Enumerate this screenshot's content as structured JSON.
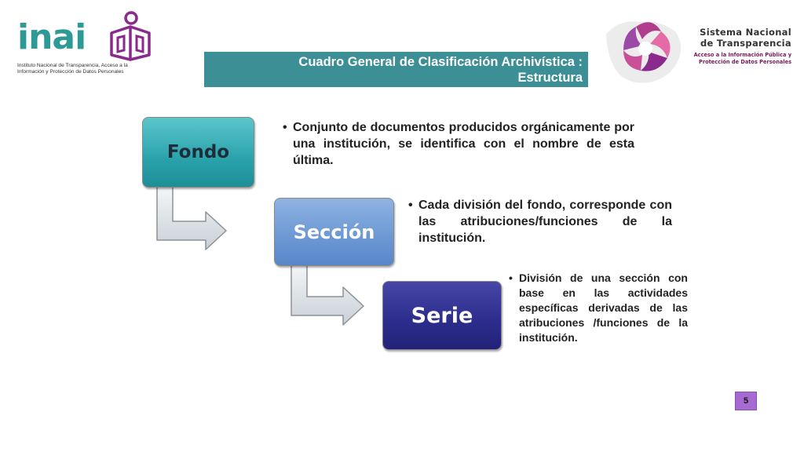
{
  "header": {
    "inai_logo": {
      "word": "inai",
      "subtitle": "Instituto Nacional de Transparencia, Acceso a la Información y Protección de Datos Personales",
      "icon": "inai-person-box-icon",
      "color": "#2e9a96",
      "accent": "#8a2a8c"
    },
    "snt_logo": {
      "line1": "Sistema Nacional",
      "line2": "de Transparencia",
      "subtitle": "Acceso a la Información Pública y Protección de Datos Personales",
      "icon": "snt-swirl-map-icon"
    }
  },
  "banner": {
    "title_line1": "Cuadro General de Clasificación Archivística :",
    "title_line2": "Estructura",
    "color": "#3c8f95"
  },
  "levels": [
    {
      "label": "Fondo",
      "color": "#2aa2ab",
      "description": "Conjunto de documentos producidos orgánicamente por una institución, se identifica con el nombre de esta última."
    },
    {
      "label": "Sección",
      "color": "#6b97d3",
      "description": "Cada división del fondo, corresponde con las atribuciones/funciones de la institución."
    },
    {
      "label": "Serie",
      "color": "#2c2c8c",
      "description": "División de una sección con base en las actividades específicas derivadas de las atribuciones /funciones de la institución."
    }
  ],
  "bullet_glyph": "•",
  "page_number": "5",
  "page_number_color": "#a66bd0"
}
